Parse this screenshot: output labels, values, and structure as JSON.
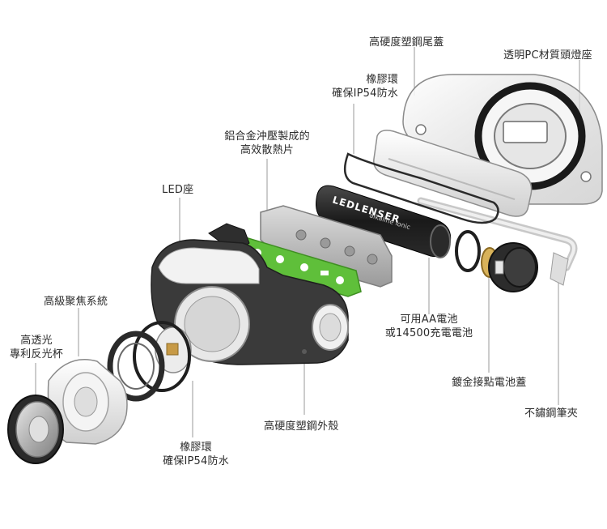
{
  "labels": {
    "tail_cap": "高硬度塑鋼尾蓋",
    "head_base": "透明PC材質頭燈座",
    "rubber_ring_top_line1": "橡膠環",
    "rubber_ring_top_line2": "確保IP54防水",
    "heatsink_line1": "鋁合金沖壓製成的",
    "heatsink_line2": "高效散熱片",
    "led_seat": "LED座",
    "focus_system": "高級聚焦系統",
    "reflector_line1": "高透光",
    "reflector_line2": "專利反光杯",
    "battery_line1": "可用AA電池",
    "battery_line2": "或14500充電電池",
    "gold_contact_cap": "鍍金接點電池蓋",
    "steel_clip": "不鏽鋼筆夾",
    "shell": "高硬度塑鋼外殼",
    "rubber_ring_bottom_line1": "橡膠環",
    "rubber_ring_bottom_line2": "確保IP54防水"
  },
  "battery_print": {
    "brand": "LEDLENSER",
    "type": "alkaline ionic"
  },
  "colors": {
    "board_green": "#5fbf3a",
    "shell_white": "#f2f2f2",
    "shell_dark": "#3a3a3a",
    "battery_black": "#1e1e1e",
    "leader_line": "#9a9a9a"
  }
}
